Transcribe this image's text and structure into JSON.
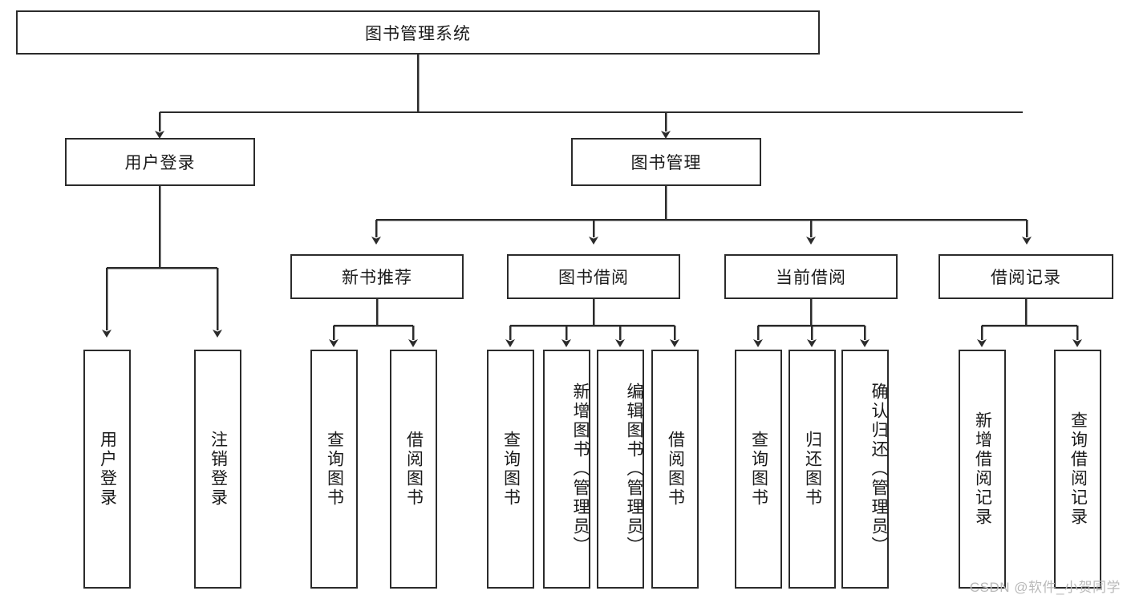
{
  "diagram": {
    "type": "tree-hierarchy",
    "root": {
      "label": "图书管理系统"
    },
    "level2": [
      {
        "label": "用户登录"
      },
      {
        "label": "图书管理"
      }
    ],
    "level3": [
      {
        "label": "新书推荐"
      },
      {
        "label": "图书借阅"
      },
      {
        "label": "当前借阅"
      },
      {
        "label": "借阅记录"
      }
    ],
    "leaves": {
      "user_login": [
        {
          "label": "用户登录"
        },
        {
          "label": "注销登录"
        }
      ],
      "new_book_recommend": [
        {
          "label": "查询图书"
        },
        {
          "label": "借阅图书"
        }
      ],
      "book_borrow": [
        {
          "label": "查询图书"
        },
        {
          "label": "新增图书（管理员）"
        },
        {
          "label": "编辑图书（管理员）"
        },
        {
          "label": "借阅图书"
        }
      ],
      "current_borrow": [
        {
          "label": "查询图书"
        },
        {
          "label": "归还图书"
        },
        {
          "label": "确认归还（管理员）"
        }
      ],
      "borrow_record": [
        {
          "label": "新增借阅记录"
        },
        {
          "label": "查询借阅记录"
        }
      ]
    }
  },
  "watermark": {
    "text": "CSDN @软件_小贺同学"
  },
  "colors": {
    "stroke": "#2b2b2b",
    "fill": "#ffffff",
    "text": "#1a1a1a",
    "watermark": "#b9b9b9"
  }
}
